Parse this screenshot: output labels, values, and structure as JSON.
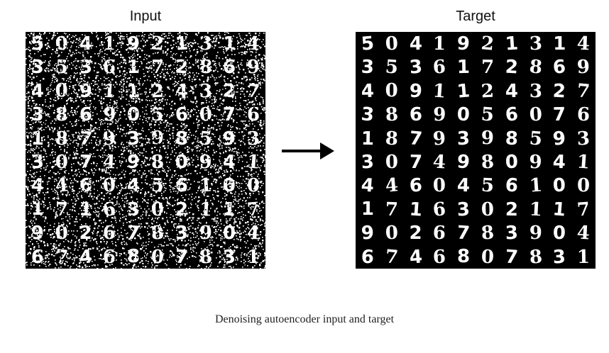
{
  "input_title": "Input",
  "target_title": "Target",
  "caption": "Denoising autoencoder input and target",
  "digit_rows": [
    [
      "5",
      "0",
      "4",
      "1",
      "9",
      "2",
      "1",
      "3",
      "1",
      "4"
    ],
    [
      "3",
      "5",
      "3",
      "6",
      "1",
      "7",
      "2",
      "8",
      "6",
      "9"
    ],
    [
      "4",
      "0",
      "9",
      "1",
      "1",
      "2",
      "4",
      "3",
      "2",
      "7"
    ],
    [
      "3",
      "8",
      "6",
      "9",
      "0",
      "5",
      "6",
      "0",
      "7",
      "6"
    ],
    [
      "1",
      "8",
      "7",
      "9",
      "3",
      "9",
      "8",
      "5",
      "9",
      "3"
    ],
    [
      "3",
      "0",
      "7",
      "4",
      "9",
      "8",
      "0",
      "9",
      "4",
      "1"
    ],
    [
      "4",
      "4",
      "6",
      "0",
      "4",
      "5",
      "6",
      "1",
      "0",
      "0"
    ],
    [
      "1",
      "7",
      "1",
      "6",
      "3",
      "0",
      "2",
      "1",
      "1",
      "7"
    ],
    [
      "9",
      "0",
      "2",
      "6",
      "7",
      "8",
      "3",
      "9",
      "0",
      "4"
    ],
    [
      "6",
      "7",
      "4",
      "6",
      "8",
      "0",
      "7",
      "8",
      "3",
      "1"
    ]
  ],
  "colors": {
    "panel_background": "#000000",
    "digit_color": "#ffffff",
    "arrow_color": "#000000"
  }
}
